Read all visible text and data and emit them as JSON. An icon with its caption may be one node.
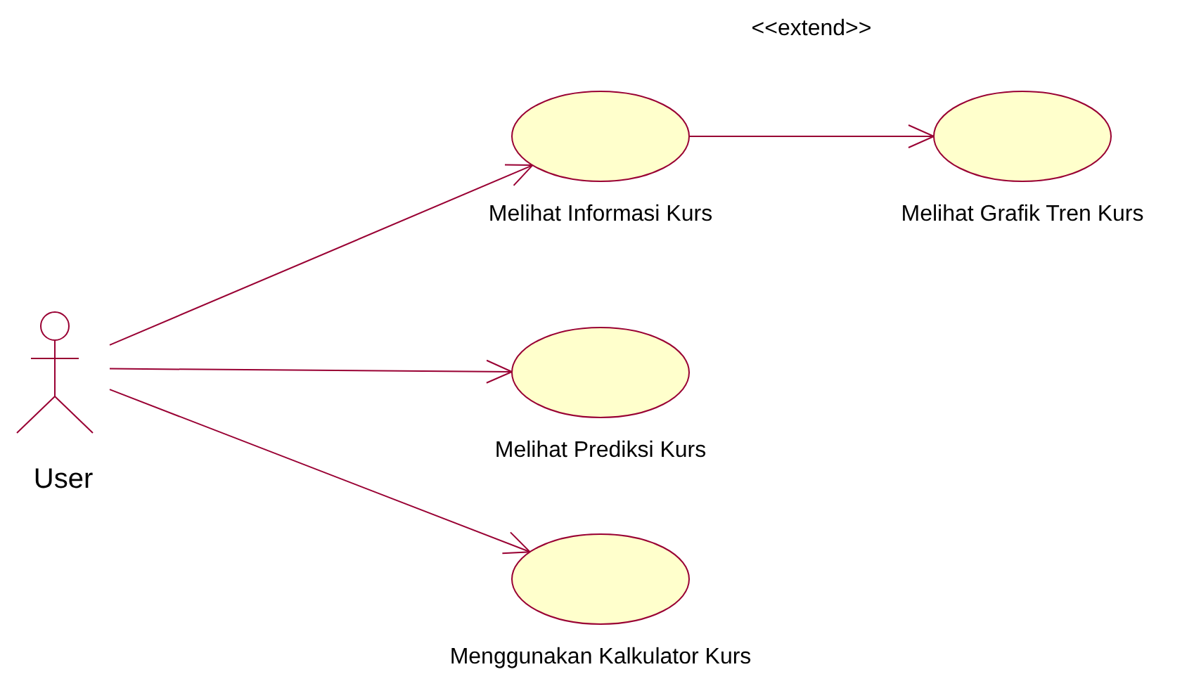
{
  "diagram": {
    "nodes": [
      {
        "text": [
          "User"
        ]
      },
      {
        "text": [
          "Melihat Informasi Kurs"
        ]
      },
      {
        "text": [
          "Melihat Grafik Tren Kurs"
        ]
      },
      {
        "text": [
          "Melihat Prediksi Kurs"
        ]
      },
      {
        "text": [
          "Menggunakan Kalkulator Kurs"
        ]
      }
    ],
    "edges": [
      {
        "from": 0,
        "to": 1,
        "arrow": "to"
      },
      {
        "from": 0,
        "to": 3,
        "arrow": "to"
      },
      {
        "from": 0,
        "to": 4,
        "arrow": "to"
      },
      {
        "from": 1,
        "to": 2,
        "arrow": "to",
        "label": "<<extend>>"
      }
    ]
  }
}
